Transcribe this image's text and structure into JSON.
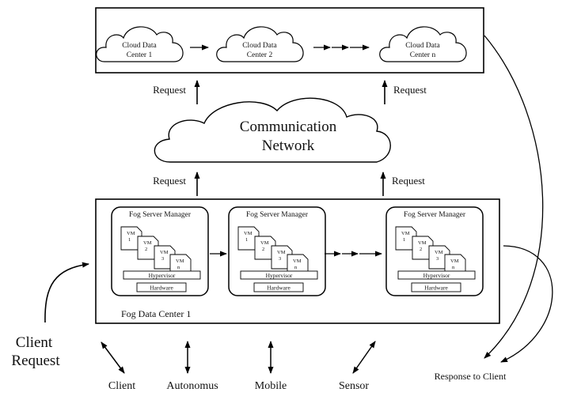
{
  "cloud_centers": [
    {
      "line1": "Cloud Data",
      "line2": "Center 1"
    },
    {
      "line1": "Cloud Data",
      "line2": "Center 2"
    },
    {
      "line1": "Cloud Data",
      "line2": "Center n"
    }
  ],
  "request_label": "Request",
  "network": {
    "line1": "Communication",
    "line2": "Network"
  },
  "fog_servers": [
    {
      "title": "Fog Server Manager"
    },
    {
      "title": "Fog Server Manager"
    },
    {
      "title": "Fog Server Manager"
    }
  ],
  "vms": [
    {
      "line1": "VM",
      "line2": "1"
    },
    {
      "line1": "VM",
      "line2": "2"
    },
    {
      "line1": "VM",
      "line2": "3"
    },
    {
      "line1": "VM",
      "line2": "n"
    }
  ],
  "hypervisor_label": "Hypervisor",
  "hardware_label": "Hardware",
  "fog_center_label": "Fog Data Center 1",
  "client_request": {
    "line1": "Client",
    "line2": "Request"
  },
  "response_label": "Response to Client",
  "devices": [
    "Client",
    "Autonomus",
    "Mobile",
    "Sensor"
  ]
}
